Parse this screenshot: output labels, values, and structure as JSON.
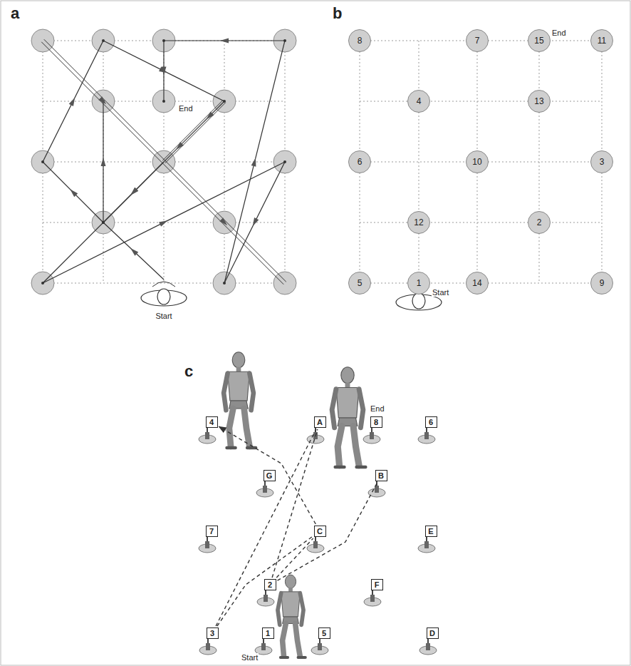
{
  "diagram": {
    "nodes": [
      {
        "text": [
          "8"
        ]
      },
      {
        "text": [
          "7"
        ]
      },
      {
        "text": [
          "15"
        ]
      },
      {
        "text": [
          "11"
        ]
      },
      {
        "text": [
          "4"
        ]
      },
      {
        "text": [
          "13"
        ]
      },
      {
        "text": [
          "6"
        ]
      },
      {
        "text": [
          "10"
        ]
      },
      {
        "text": [
          "3"
        ]
      },
      {
        "text": [
          "12"
        ]
      },
      {
        "text": [
          "2"
        ]
      },
      {
        "text": [
          "5"
        ]
      },
      {
        "text": [
          "1"
        ]
      },
      {
        "text": [
          "14"
        ]
      },
      {
        "text": [
          "9"
        ]
      },
      {
        "text": [
          "4"
        ]
      },
      {
        "text": [
          "A"
        ]
      },
      {
        "text": [
          "8"
        ]
      },
      {
        "text": [
          "6"
        ]
      },
      {
        "text": [
          "G"
        ]
      },
      {
        "text": [
          "B"
        ]
      },
      {
        "text": [
          "7"
        ]
      },
      {
        "text": [
          "C"
        ]
      },
      {
        "text": [
          "E"
        ]
      },
      {
        "text": [
          "2"
        ]
      },
      {
        "text": [
          "F"
        ]
      },
      {
        "text": [
          "3"
        ]
      },
      {
        "text": [
          "1"
        ]
      },
      {
        "text": [
          "5"
        ]
      },
      {
        "text": [
          "D"
        ]
      }
    ],
    "edges": [
      {
        "from": 26,
        "to": 16,
        "arrow": "none"
      },
      {
        "from": 26,
        "to": 22,
        "arrow": "none"
      },
      {
        "from": 24,
        "to": 16,
        "arrow": "none"
      },
      {
        "from": 24,
        "to": 20,
        "arrow": "none"
      },
      {
        "from": 24,
        "to": 22,
        "arrow": "none"
      },
      {
        "from": 22,
        "to": 15,
        "arrow": "to"
      }
    ],
    "labels": [
      "a",
      "Start",
      "End",
      "b",
      "Start",
      "End",
      "c",
      "End",
      "Start"
    ]
  }
}
